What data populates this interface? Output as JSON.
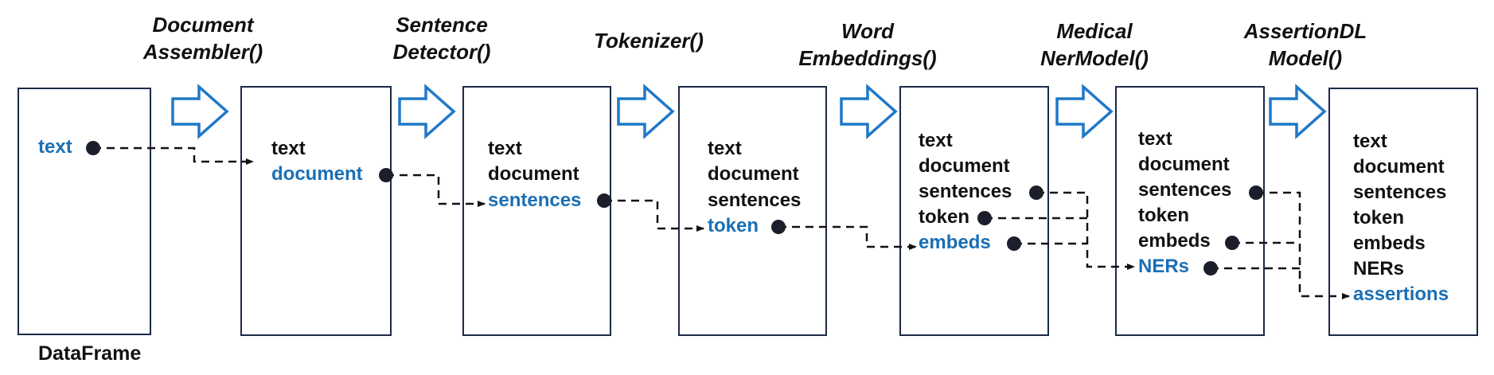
{
  "dataframe_label": "DataFrame",
  "stages": [
    {
      "title_lines": [
        "Document",
        "Assembler()"
      ]
    },
    {
      "title_lines": [
        "Sentence",
        "Detector()"
      ]
    },
    {
      "title_lines": [
        "Tokenizer()"
      ]
    },
    {
      "title_lines": [
        "Word",
        "Embeddings()"
      ]
    },
    {
      "title_lines": [
        "Medical",
        "NerModel()"
      ]
    },
    {
      "title_lines": [
        "AssertionDL",
        "Model()"
      ]
    }
  ],
  "boxes": [
    {
      "items": [
        "text"
      ],
      "active": [
        0
      ]
    },
    {
      "items": [
        "text",
        "document"
      ],
      "active": [
        1
      ]
    },
    {
      "items": [
        "text",
        "document",
        "sentences"
      ],
      "active": [
        2
      ]
    },
    {
      "items": [
        "text",
        "document",
        "sentences",
        "token"
      ],
      "active": [
        3
      ]
    },
    {
      "items": [
        "text",
        "document",
        "sentences",
        "token",
        "embeds"
      ],
      "active": [
        4
      ]
    },
    {
      "items": [
        "text",
        "document",
        "sentences",
        "token",
        "embeds",
        "NERs"
      ],
      "active": [
        5
      ]
    },
    {
      "items": [
        "text",
        "document",
        "sentences",
        "token",
        "embeds",
        "NERs",
        "assertions"
      ],
      "active": [
        6
      ]
    }
  ],
  "colors": {
    "highlight": "#1a6fb5",
    "arrow_outline": "#1f78c8",
    "box_border": "#1c2a46",
    "text": "#111111"
  }
}
